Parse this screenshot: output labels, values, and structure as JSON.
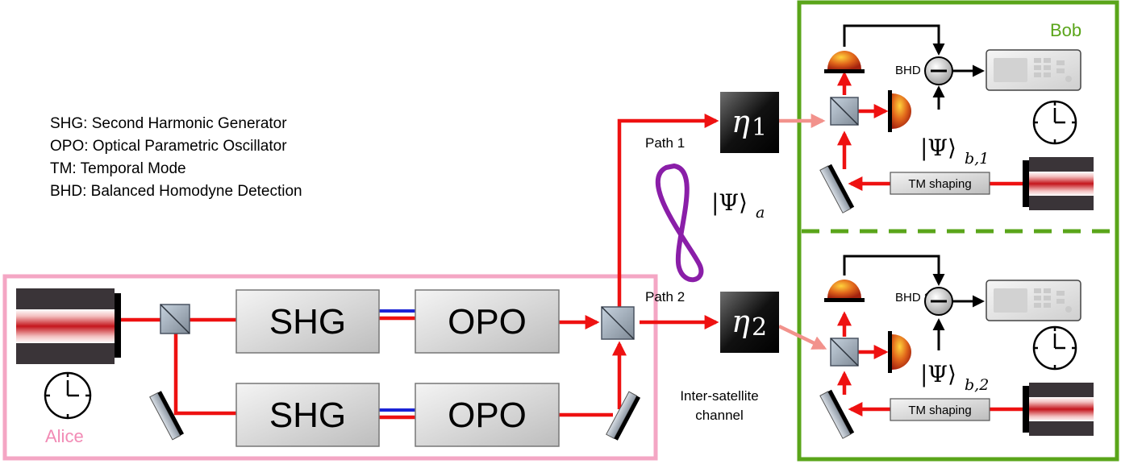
{
  "legend": [
    "SHG: Second Harmonic Generator",
    "OPO: Optical Parametric Oscillator",
    "TM: Temporal Mode",
    "BHD: Balanced Homodyne Detection"
  ],
  "alice": {
    "label": "Alice",
    "shg_label": "SHG",
    "opo_label": "OPO"
  },
  "bob": {
    "label": "Bob",
    "bhd1": "BHD 1",
    "bhd2": "BHD 2",
    "tm_shaping": "TM shaping"
  },
  "paths": {
    "path1": "Path 1",
    "path2": "Path 2",
    "channel_line1": "Inter-satellite",
    "channel_line2": "channel"
  },
  "math": {
    "eta_symbol": "η",
    "eta1_sub": "1",
    "eta2_sub": "2",
    "psi_a": "|Ψ⟩",
    "psi_a_sub": "a",
    "psi_b1": "|Ψ⟩",
    "psi_b1_sub": "b,1",
    "psi_b2": "|Ψ⟩",
    "psi_b2_sub": "b,2"
  },
  "colors": {
    "beam": "#ee1111",
    "beam_faded": "#f2928c",
    "alice_frame": "#f4a6c4",
    "alice_text": "#f28bb5",
    "bob_frame": "#5aa51a",
    "bob_text": "#5aa51a",
    "pump": "#1a23d6",
    "entangled": "#8a1ea8"
  }
}
